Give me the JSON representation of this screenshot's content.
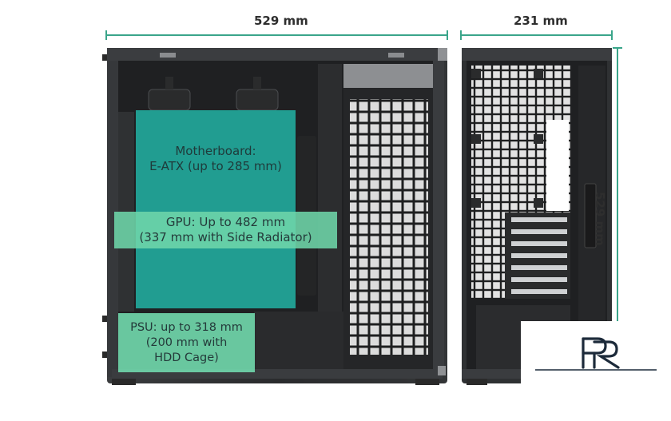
{
  "dimensions": {
    "width_label": "529 mm",
    "depth_label": "231 mm",
    "height_label": "529 mm"
  },
  "overlays": {
    "motherboard": "Motherboard:\nE-ATX (up to 285 mm)",
    "gpu": "GPU: Up to 482 mm\n(337 mm with Side Radiator)",
    "psu": "PSU: up to 318 mm\n(200 mm with\nHDD Cage)"
  },
  "colors": {
    "dimension_line": "#3aa58a",
    "case_body": "#2b2d2f",
    "mesh": "#1b1c1d",
    "overlay_teal": "#22a89b",
    "overlay_mint": "#6fd6aa"
  }
}
